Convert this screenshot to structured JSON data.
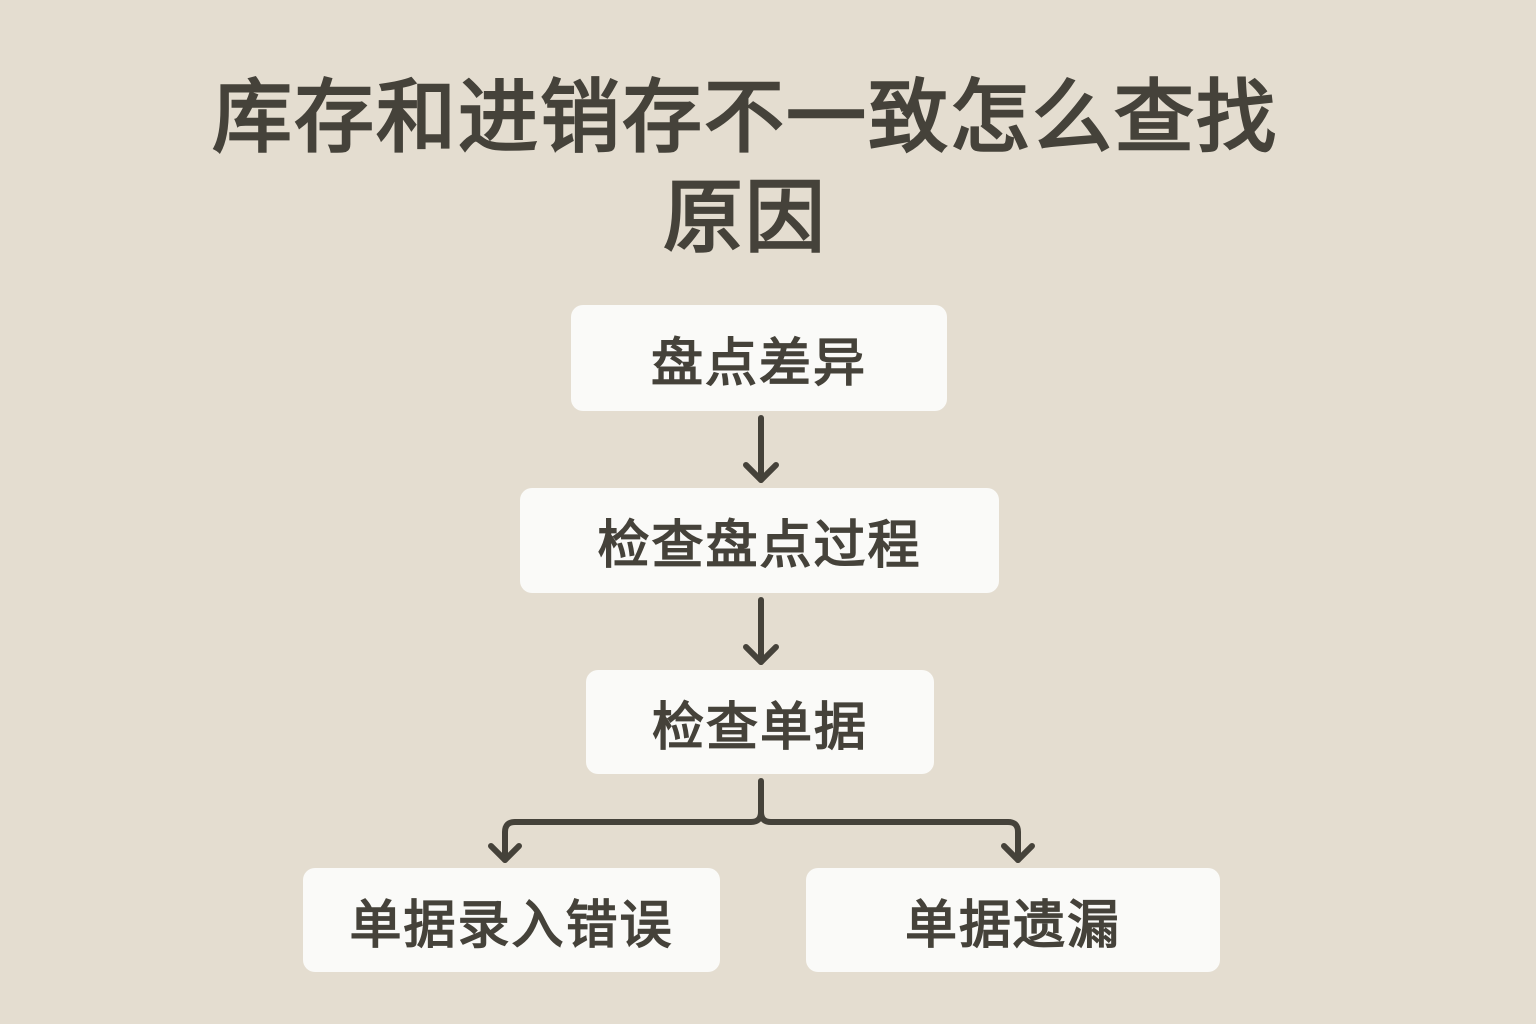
{
  "title": "库存和进销存不一致怎么查找原因",
  "nodes": {
    "n1": "盘点差异",
    "n2": "检查盘点过程",
    "n3": "检查单据",
    "n4": "单据录入错误",
    "n5": "单据遗漏"
  },
  "edges": [
    [
      "n1",
      "n2"
    ],
    [
      "n2",
      "n3"
    ],
    [
      "n3",
      "n4"
    ],
    [
      "n3",
      "n5"
    ]
  ],
  "colors": {
    "background": "#e4ddd0",
    "box": "#fafaf8",
    "ink": "#45423a"
  }
}
